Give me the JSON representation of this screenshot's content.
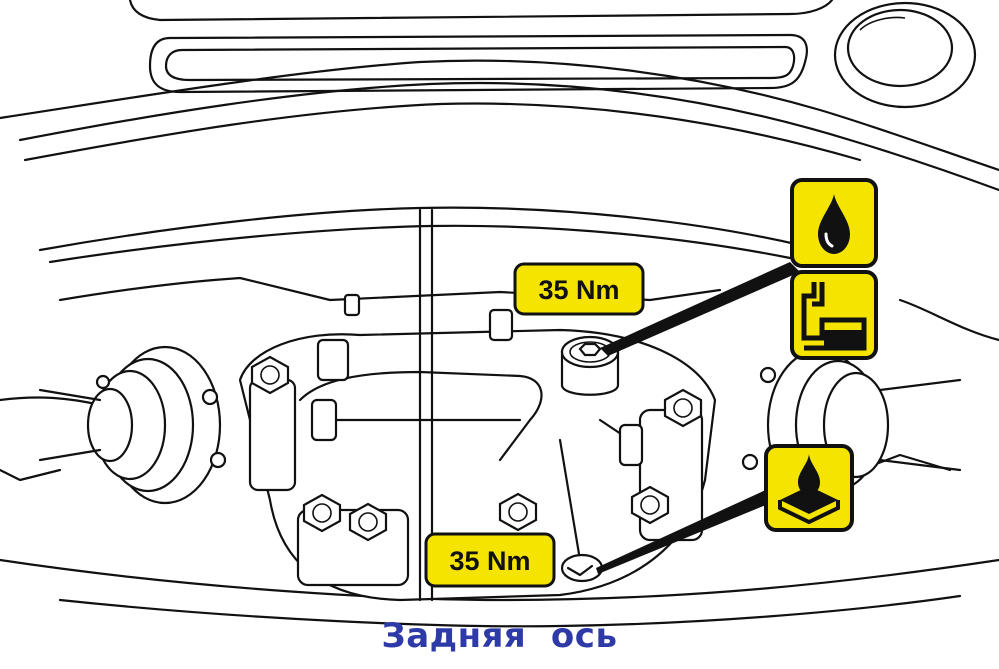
{
  "torque_labels": {
    "upper": "35 Nm",
    "lower": "35 Nm"
  },
  "icons": {
    "oil_drop": "oil-drop-icon",
    "fill_level": "fill-level-icon",
    "drain_pan": "drain-oil-icon"
  },
  "colors": {
    "label_fill": "#f4e400",
    "caption": "#2e3aa8",
    "line": "#111111"
  },
  "caption": "Задняя  ось"
}
